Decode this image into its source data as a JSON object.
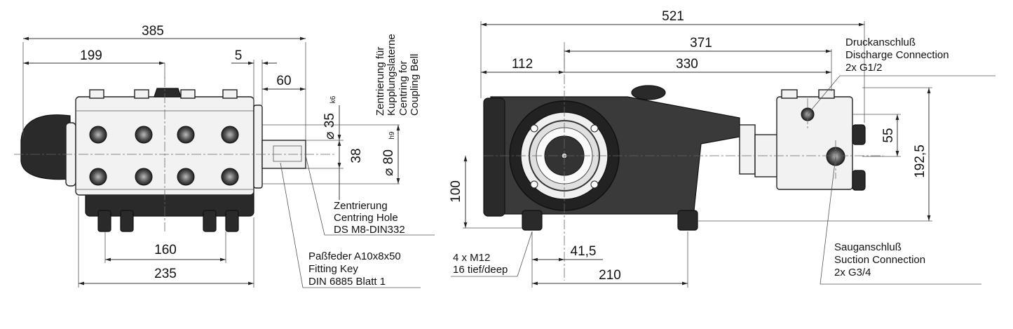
{
  "dims": {
    "d385": "385",
    "d199": "199",
    "d5": "5",
    "d60": "60",
    "d35": "35",
    "d35_tol": "k6",
    "d38": "38",
    "d80": "80",
    "d80_tol": "h9",
    "d160": "160",
    "d235": "235",
    "d521": "521",
    "d371": "371",
    "d112": "112",
    "d330": "330",
    "d55": "55",
    "d192_5": "192,5",
    "d100": "100",
    "d41_5": "41,5",
    "d210": "210",
    "diam_symbol": "⌀"
  },
  "labels": {
    "centring_bell": [
      "Zentrierung für",
      "Kupplungslaterne",
      "Centring for",
      "Coupling Bell"
    ],
    "centring_hole": [
      "Zentrierung",
      "Centring Hole",
      "DS M8-DIN332"
    ],
    "fitting_key": [
      "Paßfeder A10x8x50",
      "Fitting Key",
      "DIN 6885 Blatt 1"
    ],
    "mount_holes": [
      "4 x M12",
      "16 tief/deep"
    ],
    "discharge": [
      "Druckanschluß",
      "Discharge Connection",
      "2x G1/2"
    ],
    "suction": [
      "Sauganschluß",
      "Suction Connection",
      "2x G3/4"
    ]
  }
}
